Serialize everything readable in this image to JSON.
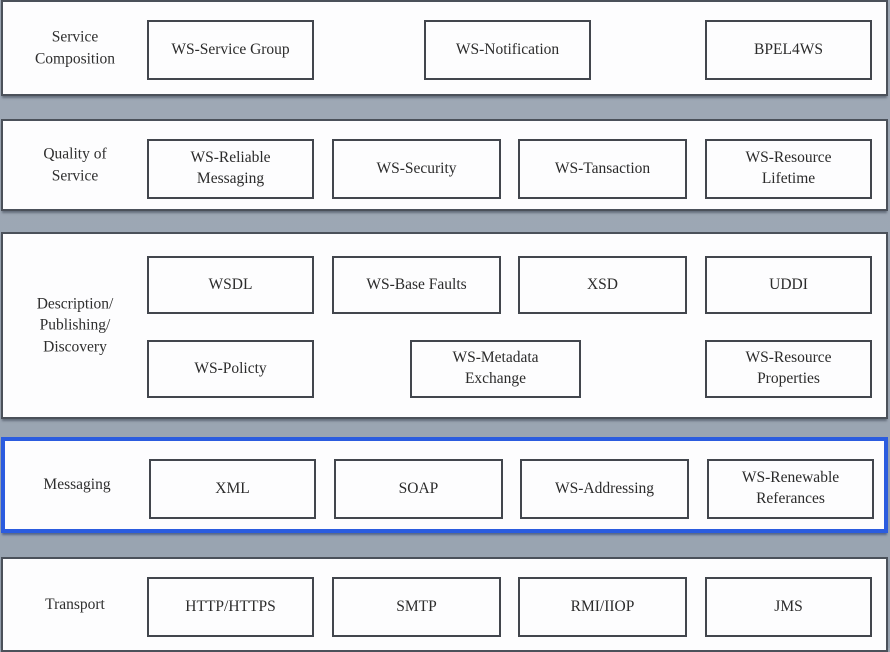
{
  "diagram": {
    "kind": "layered web services protocol stack",
    "colors": {
      "layer_background": "#fdfdfe",
      "layer_border": "#4b515a",
      "box_border": "#42464d",
      "gap_band": "#98a3b0",
      "highlight_border": "#2b5cdf",
      "text": "#2b2b2b"
    },
    "layers": [
      {
        "label": "Service\nComposition",
        "highlighted": false,
        "rows": [
          [
            "WS-Service Group",
            "WS-Notification",
            "BPEL4WS"
          ]
        ]
      },
      {
        "label": "Quality of\nService",
        "highlighted": false,
        "rows": [
          [
            "WS-Reliable Messaging",
            "WS-Security",
            "WS-Tansaction",
            "WS-Resource Lifetime"
          ]
        ]
      },
      {
        "label": "Description/\nPublishing/\nDiscovery",
        "highlighted": false,
        "rows": [
          [
            "WSDL",
            "WS-Base Faults",
            "XSD",
            "UDDI"
          ],
          [
            "WS-Policty",
            "WS-Metadata Exchange",
            "WS-Resource Properties"
          ]
        ]
      },
      {
        "label": "Messaging",
        "highlighted": true,
        "rows": [
          [
            "XML",
            "SOAP",
            "WS-Addressing",
            "WS-Renewable Referances"
          ]
        ]
      },
      {
        "label": "Transport",
        "highlighted": false,
        "rows": [
          [
            "HTTP/HTTPS",
            "SMTP",
            "RMI/IIOP",
            "JMS"
          ]
        ]
      }
    ]
  }
}
